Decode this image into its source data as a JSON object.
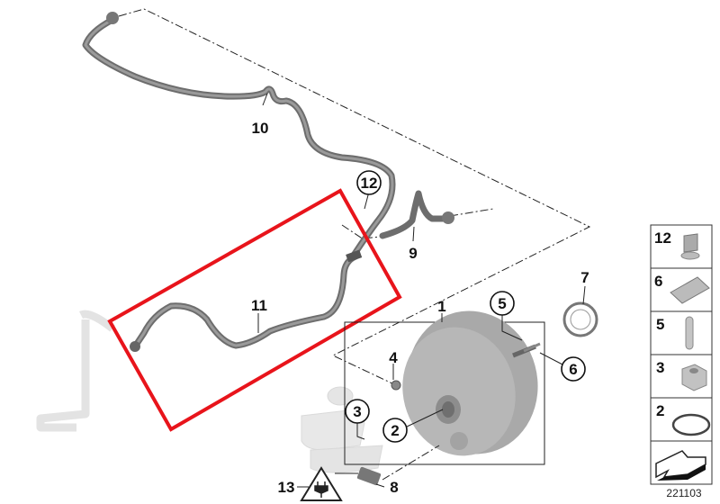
{
  "diagram": {
    "callouts": {
      "c1": "1",
      "c2": "2",
      "c3": "3",
      "c4": "4",
      "c5": "5",
      "c6": "6",
      "c7": "7",
      "c8": "8",
      "c9": "9",
      "c10": "10",
      "c11": "11",
      "c12": "12",
      "c13": "13"
    },
    "legend": {
      "items": [
        "12",
        "6",
        "5",
        "3",
        "2"
      ],
      "code": "221103"
    },
    "highlight_color": "#e8141b"
  }
}
